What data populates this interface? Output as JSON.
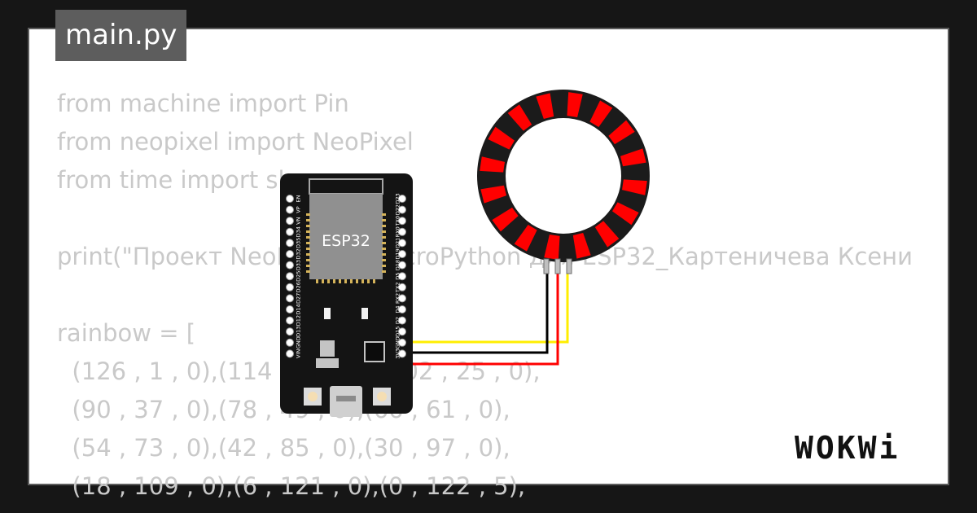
{
  "file_tab": {
    "label": "main.py"
  },
  "code_lines": [
    "from machine import Pin",
    "from neopixel import NeoPixel",
    "from time import sleep",
    "",
    "print(\"Проект NeoPixel на MicroPython для ESP32_Картеничева Ксени",
    "",
    "rainbow = [",
    "  (126 , 1 , 0),(114 , 13 , 0),(102 , 25 , 0),",
    "  (90 , 37 , 0),(78 , 49 , 0),(66 , 61 , 0),",
    "  (54 , 73 , 0),(42 , 85 , 0),(30 , 97 , 0),",
    "  (18 , 109 , 0),(6 , 121 , 0),(0 , 122 , 5),"
  ],
  "board": {
    "chip_label": "ESP32",
    "left_pins": [
      "EN",
      "VP",
      "VN",
      "D34",
      "D35",
      "D32",
      "D33",
      "D25",
      "D26",
      "D27",
      "D14",
      "D12",
      "D13",
      "GND",
      "VIN"
    ],
    "right_pins": [
      "D23",
      "D22",
      "TX0",
      "RX0",
      "D21",
      "D19",
      "D18",
      "D5",
      "TX2",
      "RX2",
      "D4",
      "D2",
      "D15",
      "GND",
      "3V3"
    ]
  },
  "neopixel_ring": {
    "pixel_count": 16,
    "pixel_color": "#ff0000"
  },
  "wires": [
    {
      "from": "D2",
      "color": "#ffee00"
    },
    {
      "from": "GND",
      "color": "#000000"
    },
    {
      "from": "3V3",
      "color": "#ff0000"
    }
  ],
  "brand": {
    "logo": "WOKWi"
  },
  "colors": {
    "background": "#161616",
    "card": "#ffffff",
    "code_text": "#c9c9c9",
    "tab": "#5d5d5d"
  }
}
